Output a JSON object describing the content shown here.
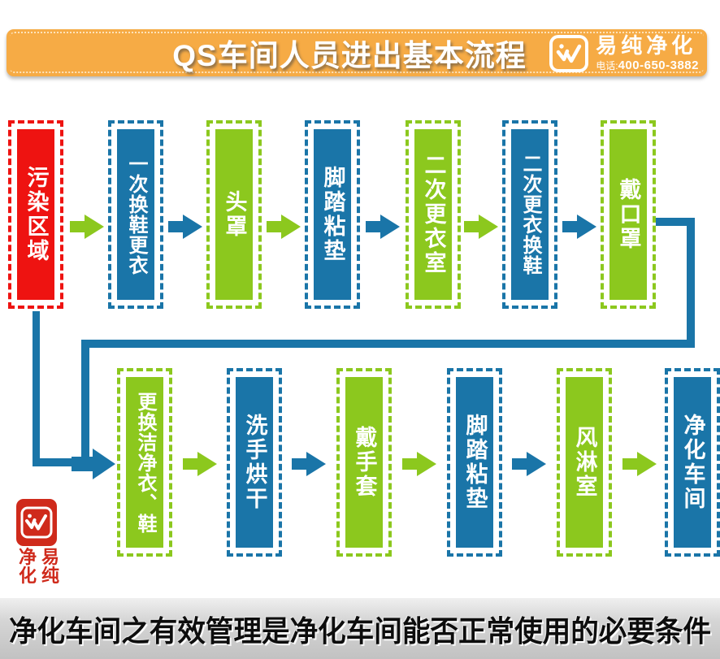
{
  "header": {
    "title": "QS车间人员进出基本流程",
    "brand": {
      "name": "易纯净化",
      "phone_label": "电话:",
      "phone_number": "400-650-3882",
      "logo_icon": "w-bird-logo"
    }
  },
  "flow": {
    "top_row": [
      {
        "label": "污染区域",
        "color": "red"
      },
      {
        "label": "一次换鞋更衣",
        "color": "blue"
      },
      {
        "label": "头罩",
        "color": "green"
      },
      {
        "label": "脚踏粘垫",
        "color": "blue"
      },
      {
        "label": "二次更衣室",
        "color": "green"
      },
      {
        "label": "二次更衣换鞋",
        "color": "blue"
      },
      {
        "label": "戴口罩",
        "color": "green"
      }
    ],
    "bottom_row": [
      {
        "label": "更换洁净衣、鞋",
        "color": "green"
      },
      {
        "label": "洗手烘干",
        "color": "blue"
      },
      {
        "label": "戴手套",
        "color": "green"
      },
      {
        "label": "脚踏粘垫",
        "color": "blue"
      },
      {
        "label": "风淋室",
        "color": "green"
      },
      {
        "label": "净化车间",
        "color": "blue"
      }
    ],
    "arrow_colors_top": [
      "green",
      "blue",
      "green",
      "blue",
      "green",
      "blue"
    ],
    "arrow_colors_bottom": [
      "green",
      "blue",
      "green",
      "blue",
      "green"
    ]
  },
  "colors": {
    "red": "#ee1311",
    "blue": "#1a75a8",
    "green": "#8cc81e",
    "header_orange": "#f6ab45",
    "stamp_red": "#cf2a1b"
  },
  "stamp": {
    "text": "易纯净化",
    "grid": [
      "净",
      "易",
      "化",
      "纯"
    ]
  },
  "footer": {
    "text": "净化车间之有效管理是净化车间能否正常使用的必要条件"
  }
}
